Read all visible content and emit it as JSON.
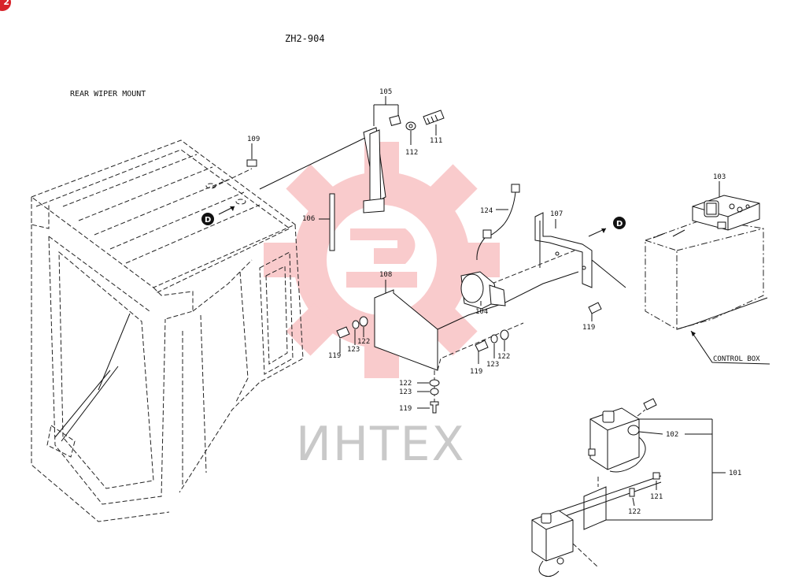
{
  "badge": {
    "number": "2"
  },
  "diagram": {
    "code": "ZH2-904",
    "title": "REAR WIPER MOUNT",
    "control_box_label": "CONTROL BOX",
    "ref_marker": "D"
  },
  "watermark": {
    "text": "ИНТЕХ",
    "color": "#e8161e"
  },
  "callouts": {
    "c105": "105",
    "c109": "109",
    "c112": "112",
    "c111": "111",
    "c106": "106",
    "c124": "124",
    "c107": "107",
    "c103": "103",
    "c108": "108",
    "c104": "104",
    "c119a": "119",
    "c123a": "123",
    "c122a": "122",
    "c119b": "119",
    "c123b": "123",
    "c122b": "122",
    "c119c": "119",
    "c122c": "122",
    "c123c": "123",
    "c119d": "119",
    "c102": "102",
    "c101": "101",
    "c121": "121",
    "c122d": "122"
  }
}
